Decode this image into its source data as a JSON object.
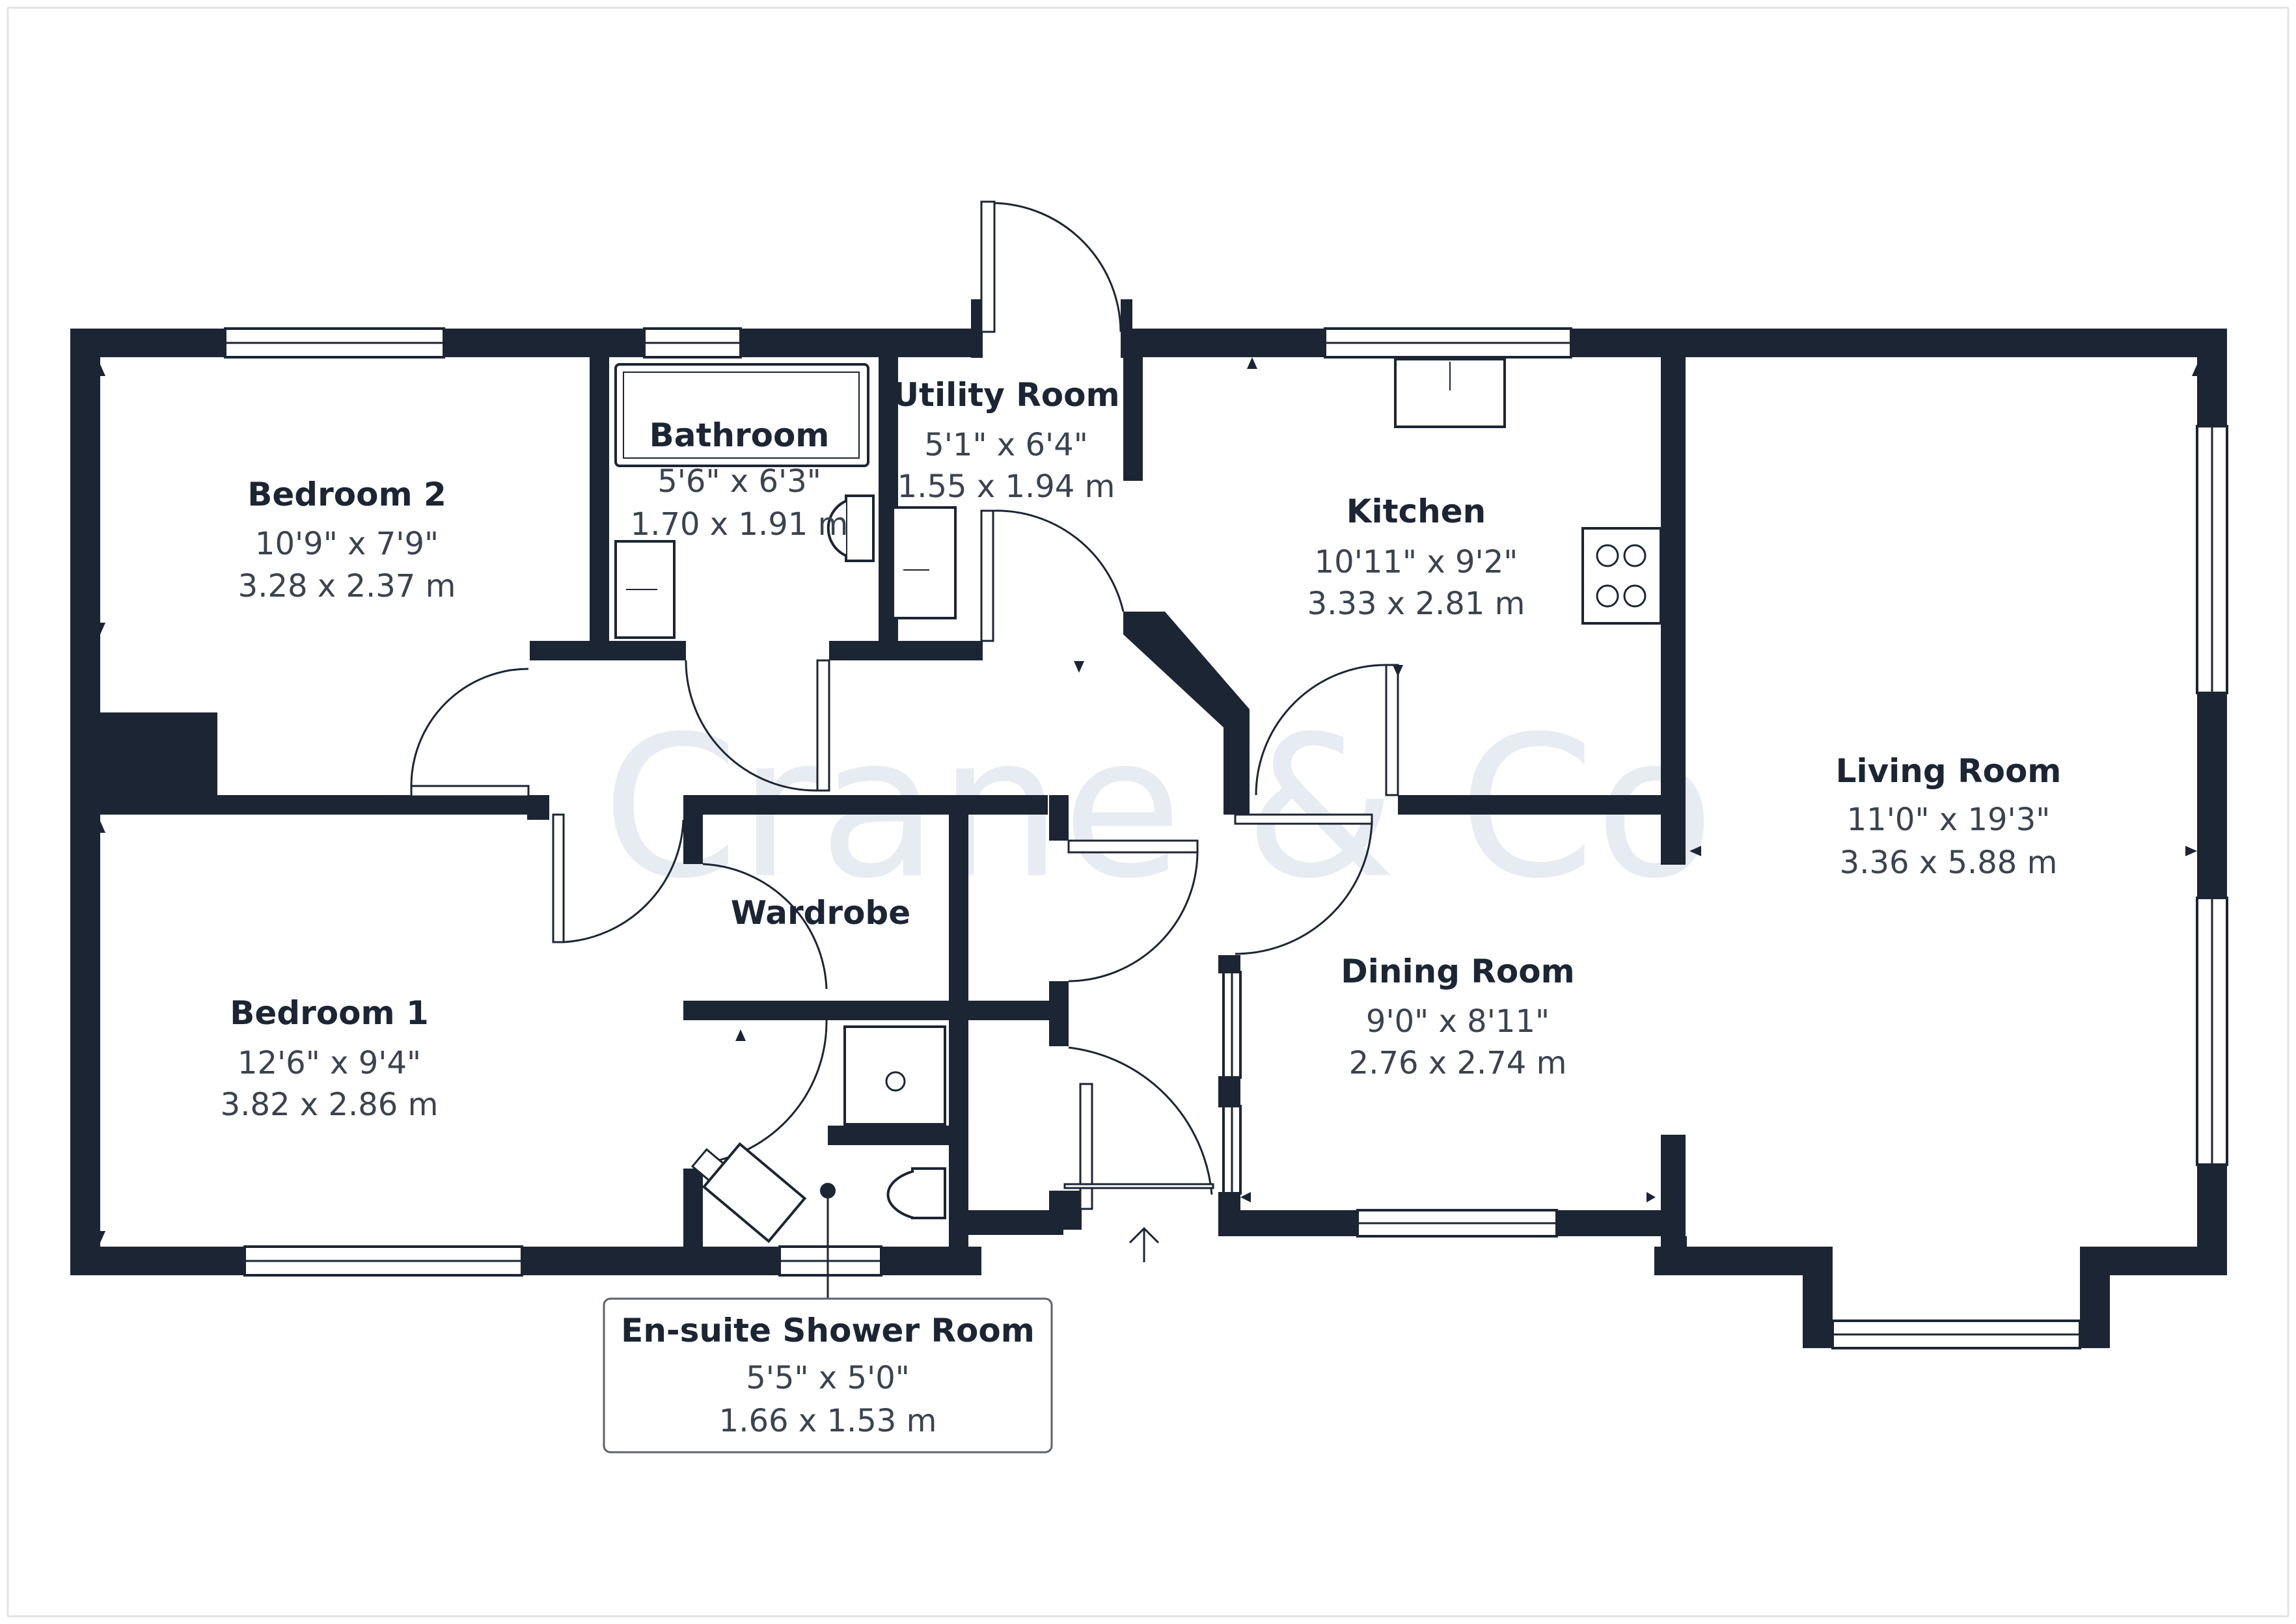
{
  "watermark": "Crane & Co",
  "rooms": {
    "bedroom2": {
      "name": "Bedroom 2",
      "imperial": "10'9\" x 7'9\"",
      "metric": "3.28 x 2.37 m"
    },
    "bathroom": {
      "name": "Bathroom",
      "imperial": "5'6\" x 6'3\"",
      "metric": "1.70 x 1.91 m"
    },
    "utility": {
      "name": "Utility Room",
      "imperial": "5'1\" x 6'4\"",
      "metric": "1.55 x 1.94 m"
    },
    "kitchen": {
      "name": "Kitchen",
      "imperial": "10'11\" x 9'2\"",
      "metric": "3.33 x 2.81 m"
    },
    "living": {
      "name": "Living Room",
      "imperial": "11'0\" x 19'3\"",
      "metric": "3.36 x 5.88 m"
    },
    "wardrobe": {
      "name": "Wardrobe"
    },
    "bedroom1": {
      "name": "Bedroom 1",
      "imperial": "12'6\" x 9'4\"",
      "metric": "3.82 x 2.86 m"
    },
    "dining": {
      "name": "Dining Room",
      "imperial": "9'0\" x 8'11\"",
      "metric": "2.76 x 2.74 m"
    },
    "ensuite": {
      "name": "En-suite Shower Room",
      "imperial": "5'5\" x 5'0\"",
      "metric": "1.66 x 1.53 m"
    }
  },
  "colors": {
    "wall": "#1c2533",
    "text": "#1c2533",
    "watermark": "#e7ebf2"
  }
}
